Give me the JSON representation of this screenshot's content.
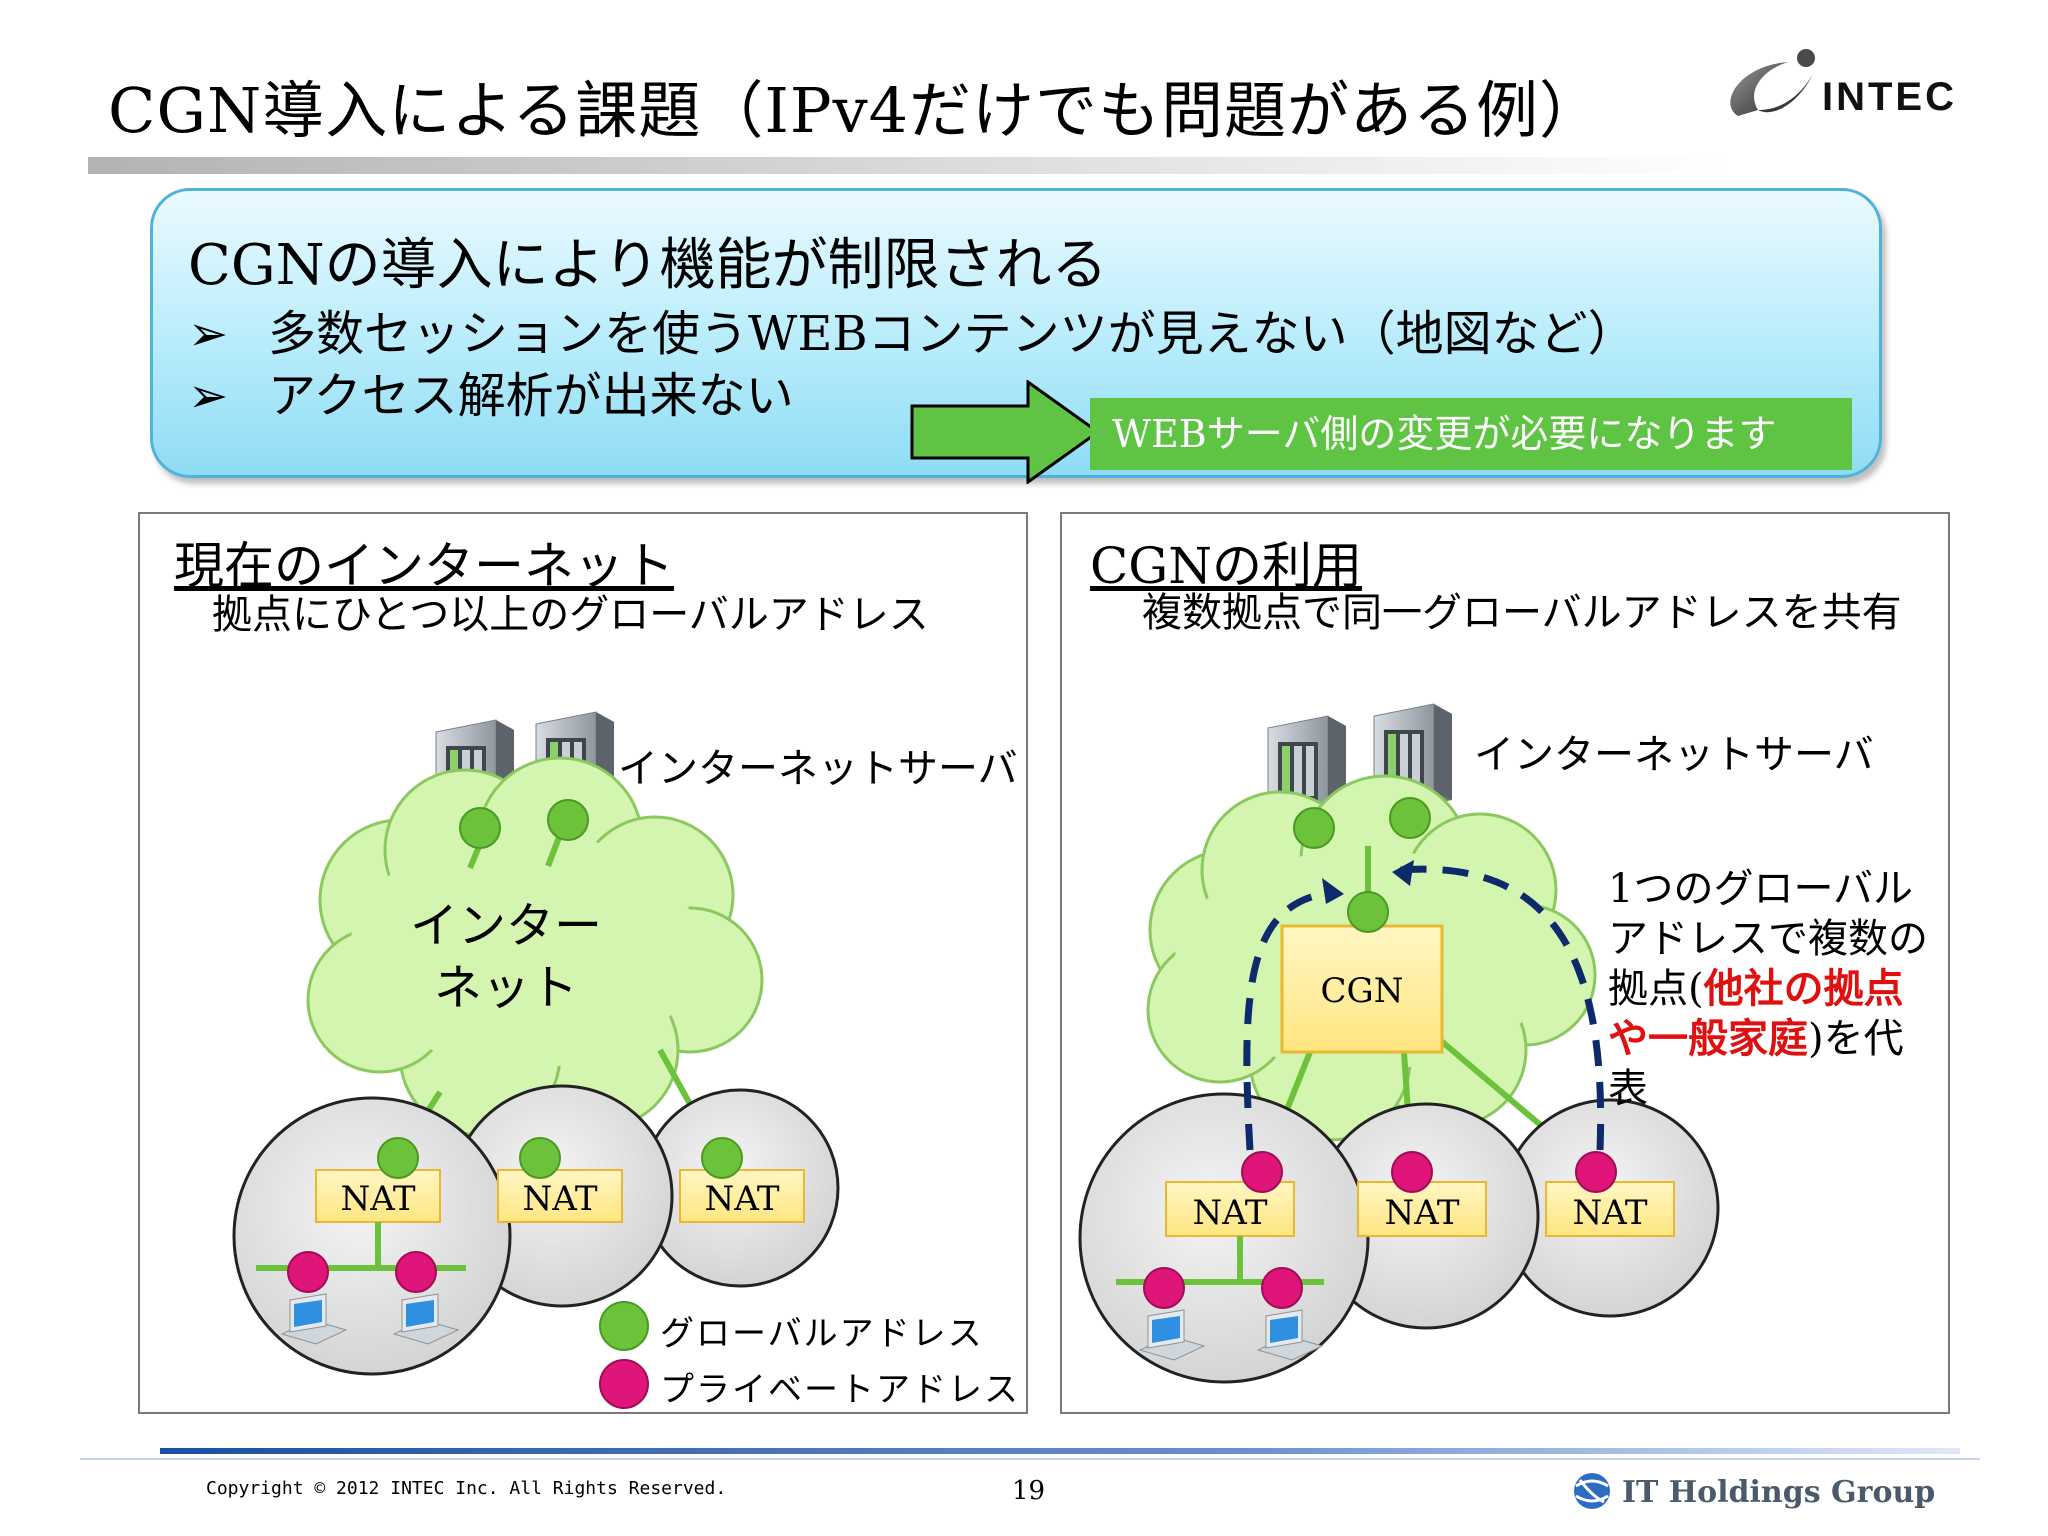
{
  "slide": {
    "title": "CGN導入による課題（IPv4だけでも問題がある例）",
    "brand": "INTEC",
    "page_number": "19",
    "copyright": "Copyright © 2012 INTEC Inc. All Rights Reserved.",
    "footer_group": "IT Holdings Group"
  },
  "callout": {
    "heading": "CGNの導入により機能が制限される",
    "bullets": [
      "多数セッションを使うWEBコンテンツが見えない（地図など）",
      "アクセス解析が出来ない"
    ],
    "bullet_mark": "➢",
    "note": "WEBサーバ側の変更が必要になります"
  },
  "left_panel": {
    "title": "現在のインターネット",
    "subtitle": "拠点にひとつ以上のグローバルアドレス",
    "server_label": "インターネットサーバ",
    "cloud_line1": "インター",
    "cloud_line2": "ネット",
    "nat_labels": [
      "NAT",
      "NAT",
      "NAT"
    ]
  },
  "right_panel": {
    "title": "CGNの利用",
    "subtitle": "複数拠点で同一グローバルアドレスを共有",
    "server_label": "インターネットサーバ",
    "cgn_label": "CGN",
    "nat_labels": [
      "NAT",
      "NAT",
      "NAT"
    ],
    "explain_1": "1つのグローバルアドレスで複数の拠点(",
    "explain_red": "他社の拠点や一般家庭",
    "explain_2": ")を代表"
  },
  "legend": {
    "global": "グローバルアドレス",
    "private": "プライベートアドレス"
  },
  "colors": {
    "global_dot": "#6cc23a",
    "private_dot": "#e0157a",
    "nat_fill": "#ffef9a",
    "cloud_fill": "#d4f5b0",
    "accent_red": "#e01010",
    "dashed_path": "#0d2a6b"
  }
}
